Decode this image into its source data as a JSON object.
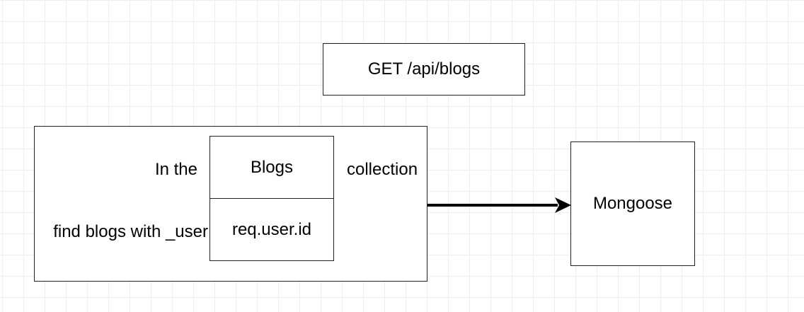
{
  "diagram": {
    "request": {
      "text": "GET /api/blogs"
    },
    "query": {
      "prefix": "In the",
      "collection_name": "Blogs",
      "suffix": "collection",
      "filter_label": "find blogs with _user",
      "filter_value": "req.user.id"
    },
    "target": {
      "text": "Mongoose"
    },
    "colors": {
      "stroke": "#000000",
      "grid": "#eeeeee",
      "background": "#ffffff"
    }
  }
}
